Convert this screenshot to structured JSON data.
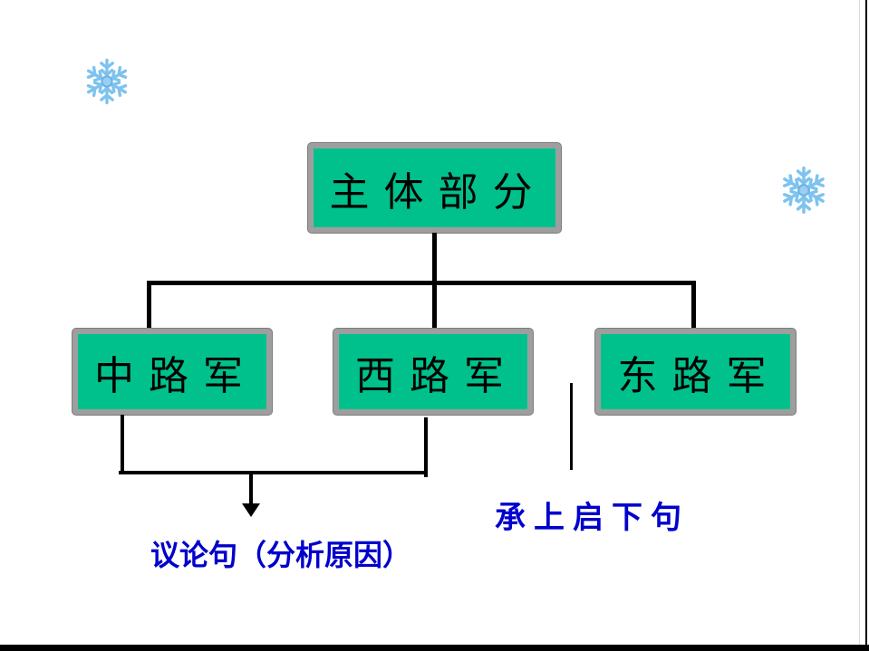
{
  "slide": {
    "colors": {
      "background": "#FFFFFF",
      "box_fill": "#00C18C",
      "box_border": "#9E9E9E",
      "connector": "#000000",
      "annotation_text": "#0000CC",
      "snowflake": "#7EC3EE",
      "frame_edge": "#000000"
    },
    "diagram": {
      "root": {
        "label": "主体部分"
      },
      "children": [
        {
          "label": "中路军"
        },
        {
          "label": "西路军"
        },
        {
          "label": "东路军"
        }
      ],
      "annotations": {
        "discussion": {
          "label": "议论句（分析原因）"
        },
        "transition": {
          "label": "承上启下句"
        }
      }
    }
  }
}
